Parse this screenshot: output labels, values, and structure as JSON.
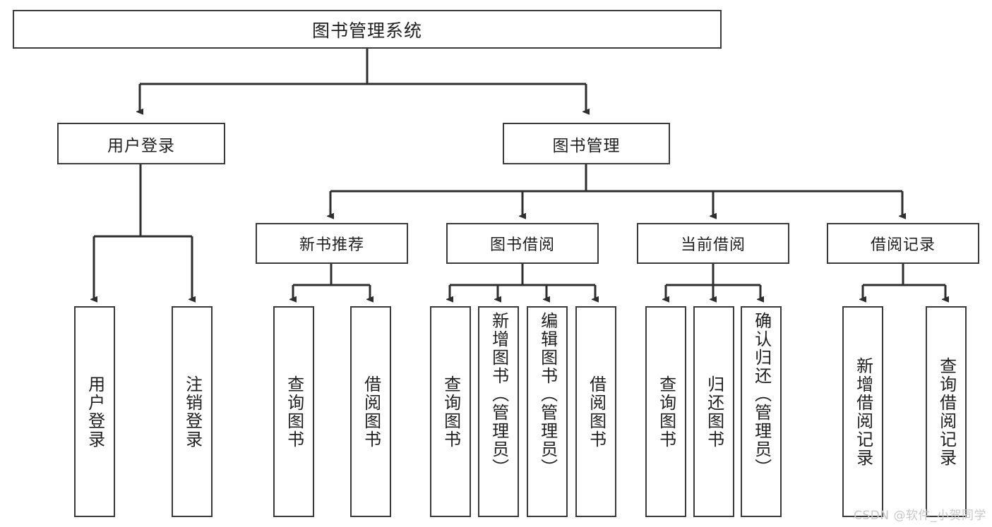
{
  "diagram": {
    "title": "图书管理系统",
    "type": "tree",
    "watermark": "CSDN @软件_小贺同学",
    "colors": {
      "box_border": "#3a3a3a",
      "box_fill": "#ffffff",
      "edge": "#2e2e2e",
      "text": "#1f1f1f",
      "watermark": "#c8c8c8",
      "background": "#ffffff"
    },
    "root": {
      "label": "图书管理系统"
    },
    "level1": [
      {
        "label": "用户登录"
      },
      {
        "label": "图书管理"
      }
    ],
    "level2": [
      {
        "label": "新书推荐"
      },
      {
        "label": "图书借阅"
      },
      {
        "label": "当前借阅"
      },
      {
        "label": "借阅记录"
      }
    ],
    "leaves": {
      "user_login": [
        {
          "label": "用户登录"
        },
        {
          "label": "注销登录"
        }
      ],
      "new_book_recommend": [
        {
          "label": "查询图书"
        },
        {
          "label": "借阅图书"
        }
      ],
      "book_borrow": [
        {
          "label": "查询图书"
        },
        {
          "label": "新增图书（管理员）"
        },
        {
          "label": "编辑图书（管理员）"
        },
        {
          "label": "借阅图书"
        }
      ],
      "current_borrow": [
        {
          "label": "查询图书"
        },
        {
          "label": "归还图书"
        },
        {
          "label": "确认归还（管理员）"
        }
      ],
      "borrow_record": [
        {
          "label": "新增借阅记录"
        },
        {
          "label": "查询借阅记录"
        }
      ]
    }
  }
}
